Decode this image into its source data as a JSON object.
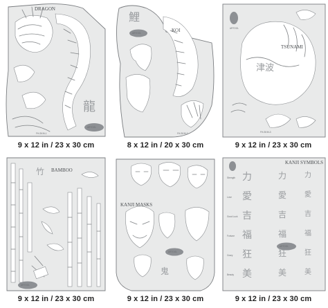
{
  "brand": "ARTOOL",
  "stencils": [
    {
      "name": "DRAGON",
      "size_label": "9 x 12 in / 23 x 30 cm"
    },
    {
      "name": "KOI",
      "size_label": "8 x 12 in / 20 x 30 cm"
    },
    {
      "name": "TSUNAMI",
      "size_label": "9 x 12 in / 23 x 30 cm"
    },
    {
      "name": "BAMBOO",
      "size_label": "9 x 12 in / 23 x 30 cm"
    },
    {
      "name": "KANJI MASKS",
      "size_label": "9 x 12 in / 23 x 30 cm"
    },
    {
      "name": "KANJI SYMBOLS",
      "size_label": "9 x 12 in / 23 x 30 cm",
      "words": [
        "Strength",
        "Love",
        "Good Luck",
        "Fortune",
        "Crazy",
        "Beauty"
      ]
    }
  ]
}
